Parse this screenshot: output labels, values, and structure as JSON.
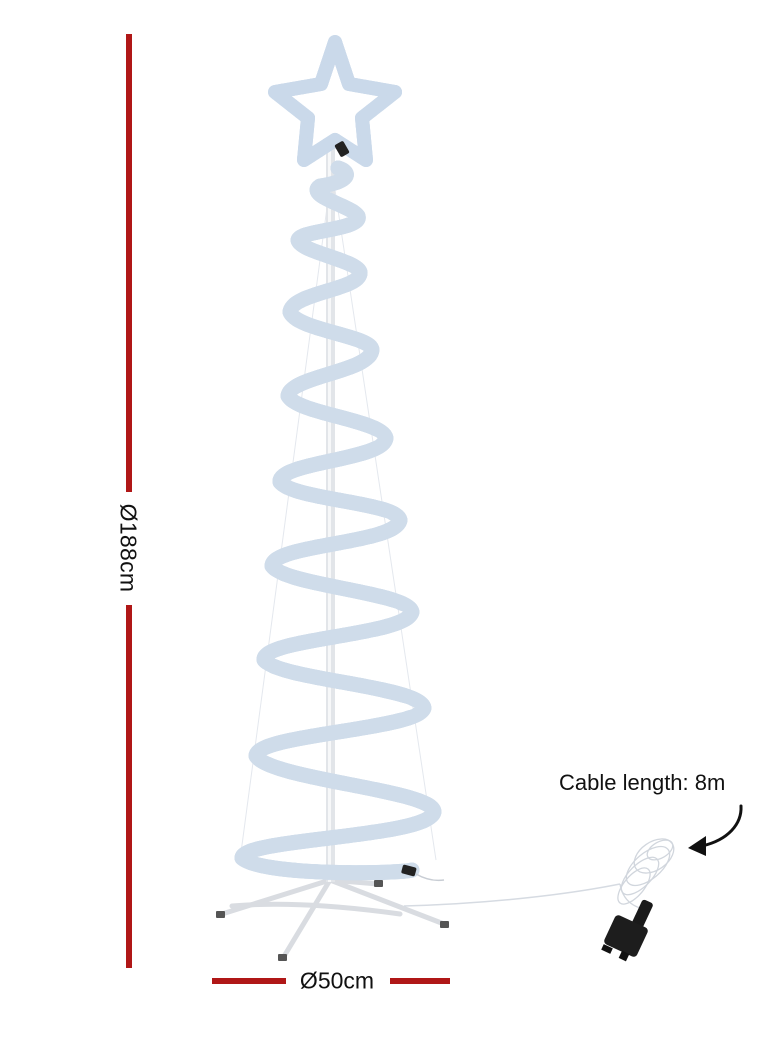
{
  "dimensions": {
    "height_label": "Ø188cm",
    "width_label": "Ø50cm"
  },
  "cable": {
    "label": "Cable length: 8m"
  },
  "colors": {
    "dimension_bar": "#b01717",
    "tube_glow": "#cfe0f2",
    "tube_core": "#ffffff",
    "frame": "#dcdfe3",
    "plug": "#1a1a1a"
  },
  "icons": {
    "product": "spiral-led-christmas-tree-illustration",
    "arrow": "curved-arrow-icon",
    "plug": "power-adapter-icon"
  }
}
